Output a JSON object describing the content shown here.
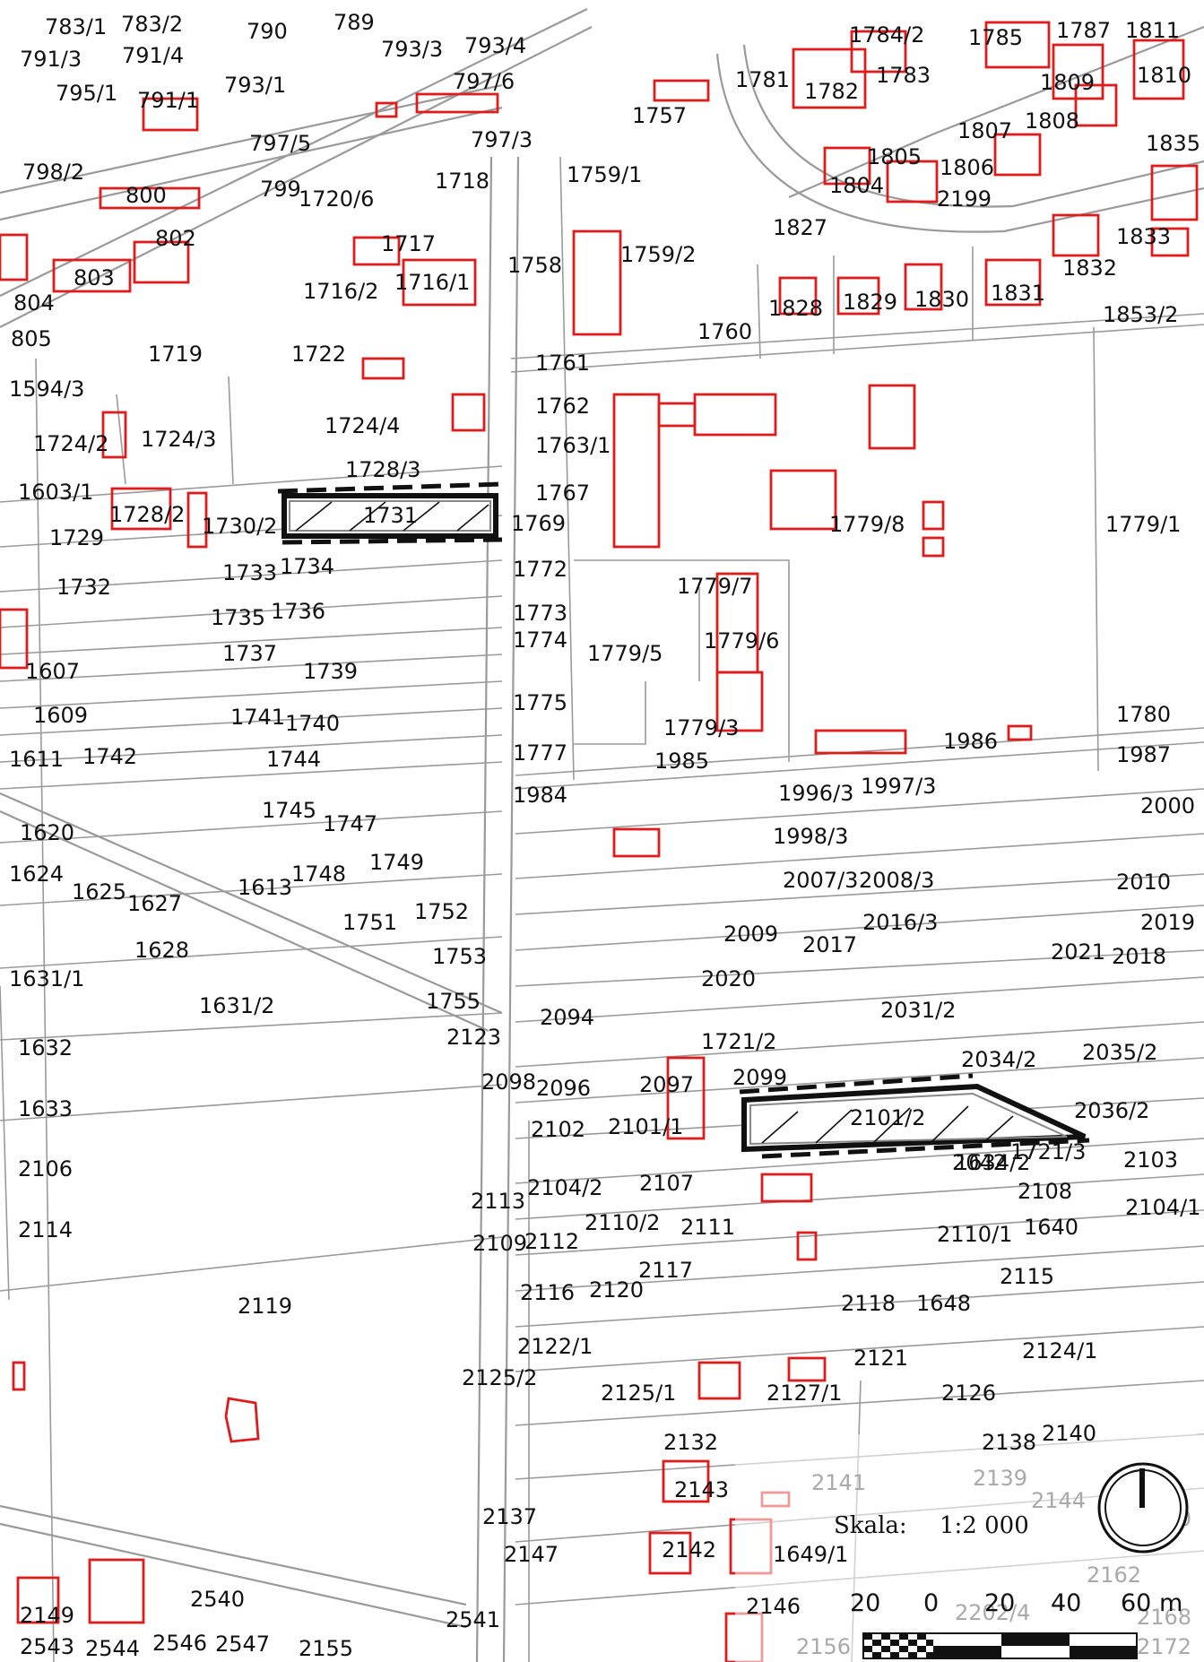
{
  "map": {
    "parcels": [
      "783/1",
      "783/2",
      "790",
      "789",
      "791/3",
      "791/4",
      "793/3",
      "793/4",
      "795/1",
      "791/1",
      "793/1",
      "797/6",
      "1784/2",
      "1785",
      "1787",
      "1811",
      "1781",
      "1782",
      "1783",
      "1809",
      "1810",
      "1757",
      "797/5",
      "797/3",
      "798/2",
      "800",
      "799",
      "1720/6",
      "1718",
      "1759/1",
      "1807",
      "1808",
      "1805",
      "1806",
      "1804",
      "2199",
      "1835",
      "1827",
      "1717",
      "802",
      "803",
      "1716/2",
      "1716/1",
      "1758",
      "1759/2",
      "1833",
      "1832",
      "1828",
      "1829",
      "1830",
      "1831",
      "1853/2",
      "804",
      "805",
      "1719",
      "1722",
      "1760",
      "1761",
      "1594/3",
      "1762",
      "1724/2",
      "1724/3",
      "1724/4",
      "1763/1",
      "1728/3",
      "1603/1",
      "1767",
      "1728/2",
      "1730/2",
      "1731",
      "1769",
      "1779/8",
      "1779/1",
      "1729",
      "1733",
      "1734",
      "1772",
      "1779/7",
      "1732",
      "1773",
      "1735",
      "1736",
      "1779/6",
      "1774",
      "1779/5",
      "1737",
      "1739",
      "1607",
      "1775",
      "1741",
      "1740",
      "1609",
      "1779/3",
      "1780",
      "1986",
      "1611",
      "1742",
      "1744",
      "1777",
      "1985",
      "1987",
      "1984",
      "1996/3",
      "1997/3",
      "1745",
      "1747",
      "2000",
      "1620",
      "1998/3",
      "1749",
      "1624",
      "1748",
      "1613",
      "2007/3",
      "2008/3",
      "2010",
      "1625",
      "1627",
      "1751",
      "1752",
      "2016/3",
      "2019",
      "2009",
      "2017",
      "1628",
      "1753",
      "2021",
      "2018",
      "1631/1",
      "2020",
      "1755",
      "1631/2",
      "2094",
      "2031/2",
      "2123",
      "1632",
      "1721/2",
      "2034/2",
      "2035/2",
      "2098",
      "2096",
      "2097",
      "2099",
      "2101/2",
      "2036/2",
      "1633",
      "2102",
      "2101/1",
      "1721/3",
      "1634/2",
      "2106",
      "2042",
      "2103",
      "2104/2",
      "2107",
      "2108",
      "2113",
      "2104/1",
      "2110/2",
      "2111",
      "1640",
      "2114",
      "2109",
      "2112",
      "2110/1",
      "2117",
      "2115",
      "2116",
      "2120",
      "2118",
      "1648",
      "2119",
      "2122/1",
      "2121",
      "2125/2",
      "2124/1",
      "2125/1",
      "2127/1",
      "2126",
      "2132",
      "2138",
      "2140",
      "2137",
      "2143",
      "2142",
      "2147",
      "1649/1",
      "2540",
      "2149",
      "2146",
      "2541",
      "2543",
      "2544",
      "2546",
      "2547",
      "2155"
    ],
    "faded_parcels": [
      "2141",
      "2139",
      "2144",
      "2150",
      "2162",
      "2202/4",
      "2168",
      "2172",
      "2156"
    ],
    "scale_label": "Skala:",
    "scale_ratio": "1:2 000",
    "scale_ticks": [
      "20",
      "0",
      "20",
      "40",
      "60 m"
    ]
  },
  "colors": {
    "parcel_lines": "#9a9a9a",
    "buildings": "#e01b1b",
    "highlight": "#111111"
  },
  "icons": [
    "north-arrow-icon"
  ]
}
